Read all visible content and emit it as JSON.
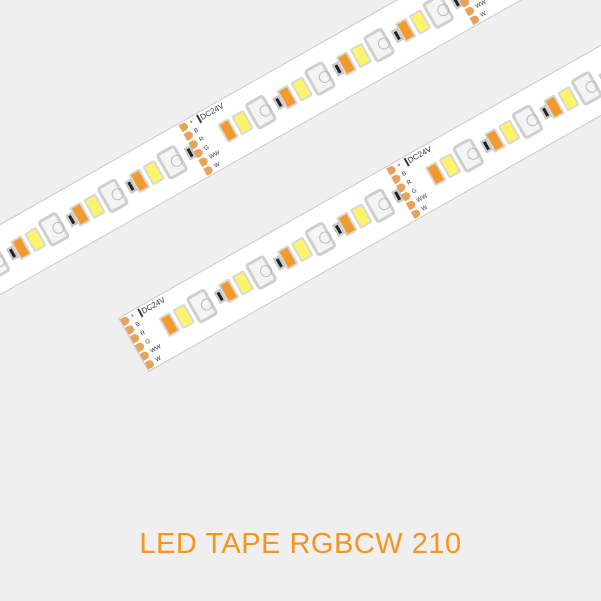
{
  "title": "LED TAPE RGBCW 210",
  "strip_labels": {
    "voltage": "DC24V",
    "pins": [
      "+",
      "B",
      "R",
      "G",
      "WW",
      "W"
    ]
  },
  "colors": {
    "title": "#f7941d",
    "amber_chip": "#f29a2e",
    "warm_chip": "#fff36a",
    "pad": "#e8a35a"
  }
}
